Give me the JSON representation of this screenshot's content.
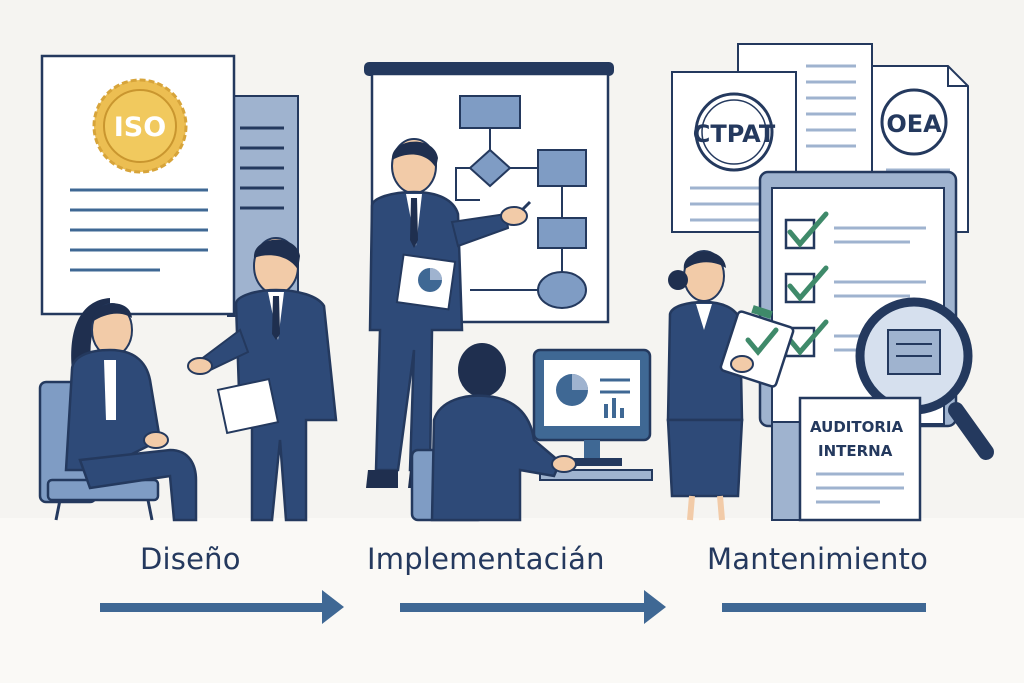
{
  "stages": [
    {
      "label": "Diseño"
    },
    {
      "label": "Implementacián"
    },
    {
      "label": "Mantenimiento"
    }
  ],
  "badges": {
    "iso": "ISO",
    "ctpat": "CTPAT",
    "oea": "OEA"
  },
  "audit_document": {
    "line1": "AUDITORIA",
    "line2": "INTERNA"
  },
  "colors": {
    "navy": "#24395e",
    "steel": "#3f6894",
    "light_blue": "#9fb3cf",
    "gold": "#ecbe52",
    "green": "#3f8a6a",
    "background": "#f5f4f1"
  }
}
